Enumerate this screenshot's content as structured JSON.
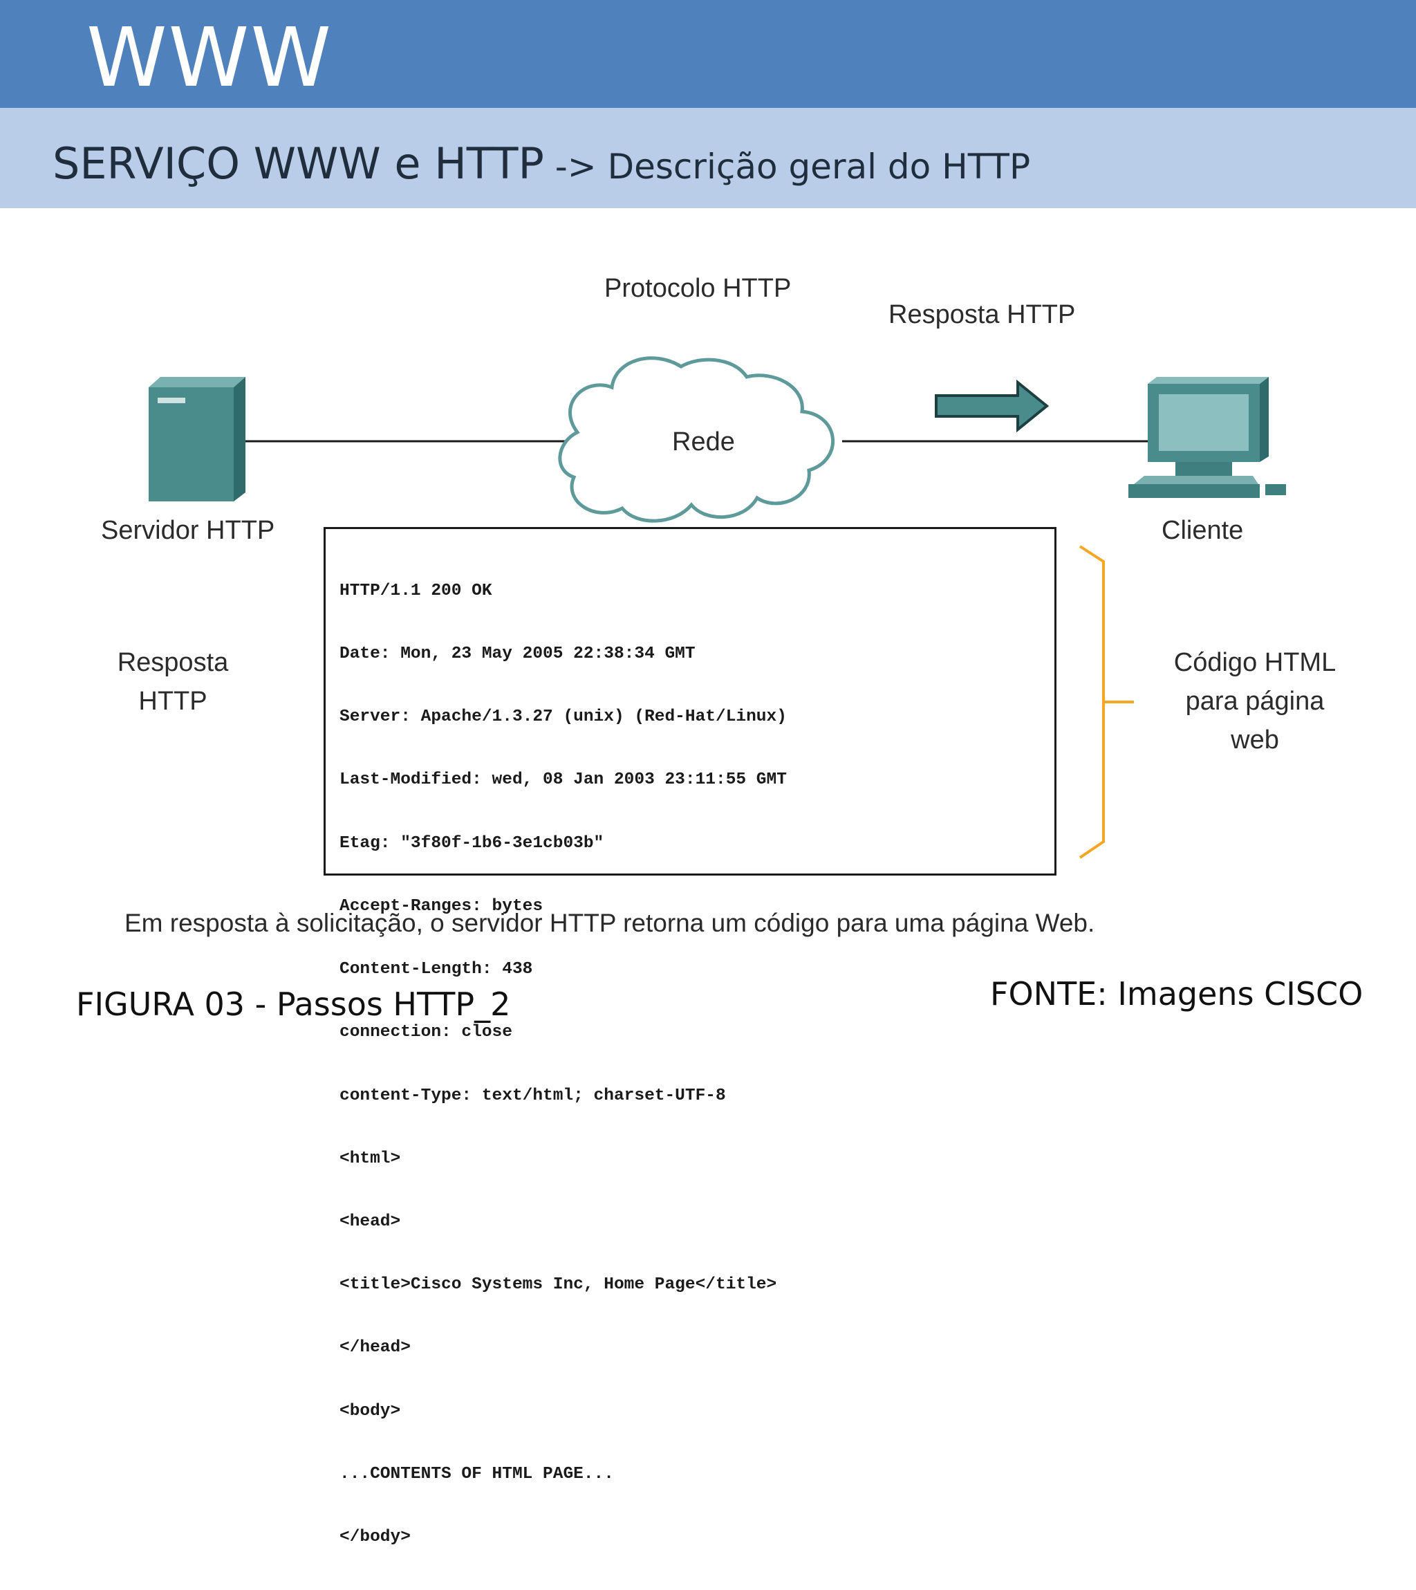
{
  "header": {
    "title": "WWW",
    "subtitle_main": "SERVIÇO WWW e HTTP",
    "subtitle_rest": " -> Descrição geral do HTTP"
  },
  "diagram": {
    "protocol_label": "Protocolo HTTP",
    "response_label": "Resposta HTTP",
    "network_label": "Rede",
    "server_label": "Servidor HTTP",
    "client_label": "Cliente",
    "left_label_line1": "Resposta",
    "left_label_line2": "HTTP",
    "right_label_line1": "Código HTML",
    "right_label_line2": "para página",
    "right_label_line3": "web",
    "code_lines": [
      "HTTP/1.1 200 OK",
      "Date: Mon, 23 May 2005 22:38:34 GMT",
      "Server: Apache/1.3.27 (unix) (Red-Hat/Linux)",
      "Last-Modified: wed, 08 Jan 2003 23:11:55 GMT",
      "Etag: \"3f80f-1b6-3e1cb03b\"",
      "Accept-Ranges: bytes",
      "Content-Length: 438",
      "connection: close",
      "content-Type: text/html; charset-UTF-8",
      "<html>",
      "<head>",
      "<title>Cisco Systems Inc, Home Page</title>",
      "</head>",
      "<body>",
      "...CONTENTS OF HTML PAGE...",
      "</body>"
    ],
    "caption": "Em resposta à solicitação, o servidor HTTP retorna um código para uma página Web."
  },
  "footer": {
    "figure": "FIGURA 03 - Passos HTTP_2",
    "source": "FONTE: Imagens CISCO"
  },
  "colors": {
    "header_blue": "#4f81bd",
    "subheader_blue": "#b9cde8",
    "device_teal": "#4a8c8c",
    "bracket_orange": "#f5a623"
  }
}
